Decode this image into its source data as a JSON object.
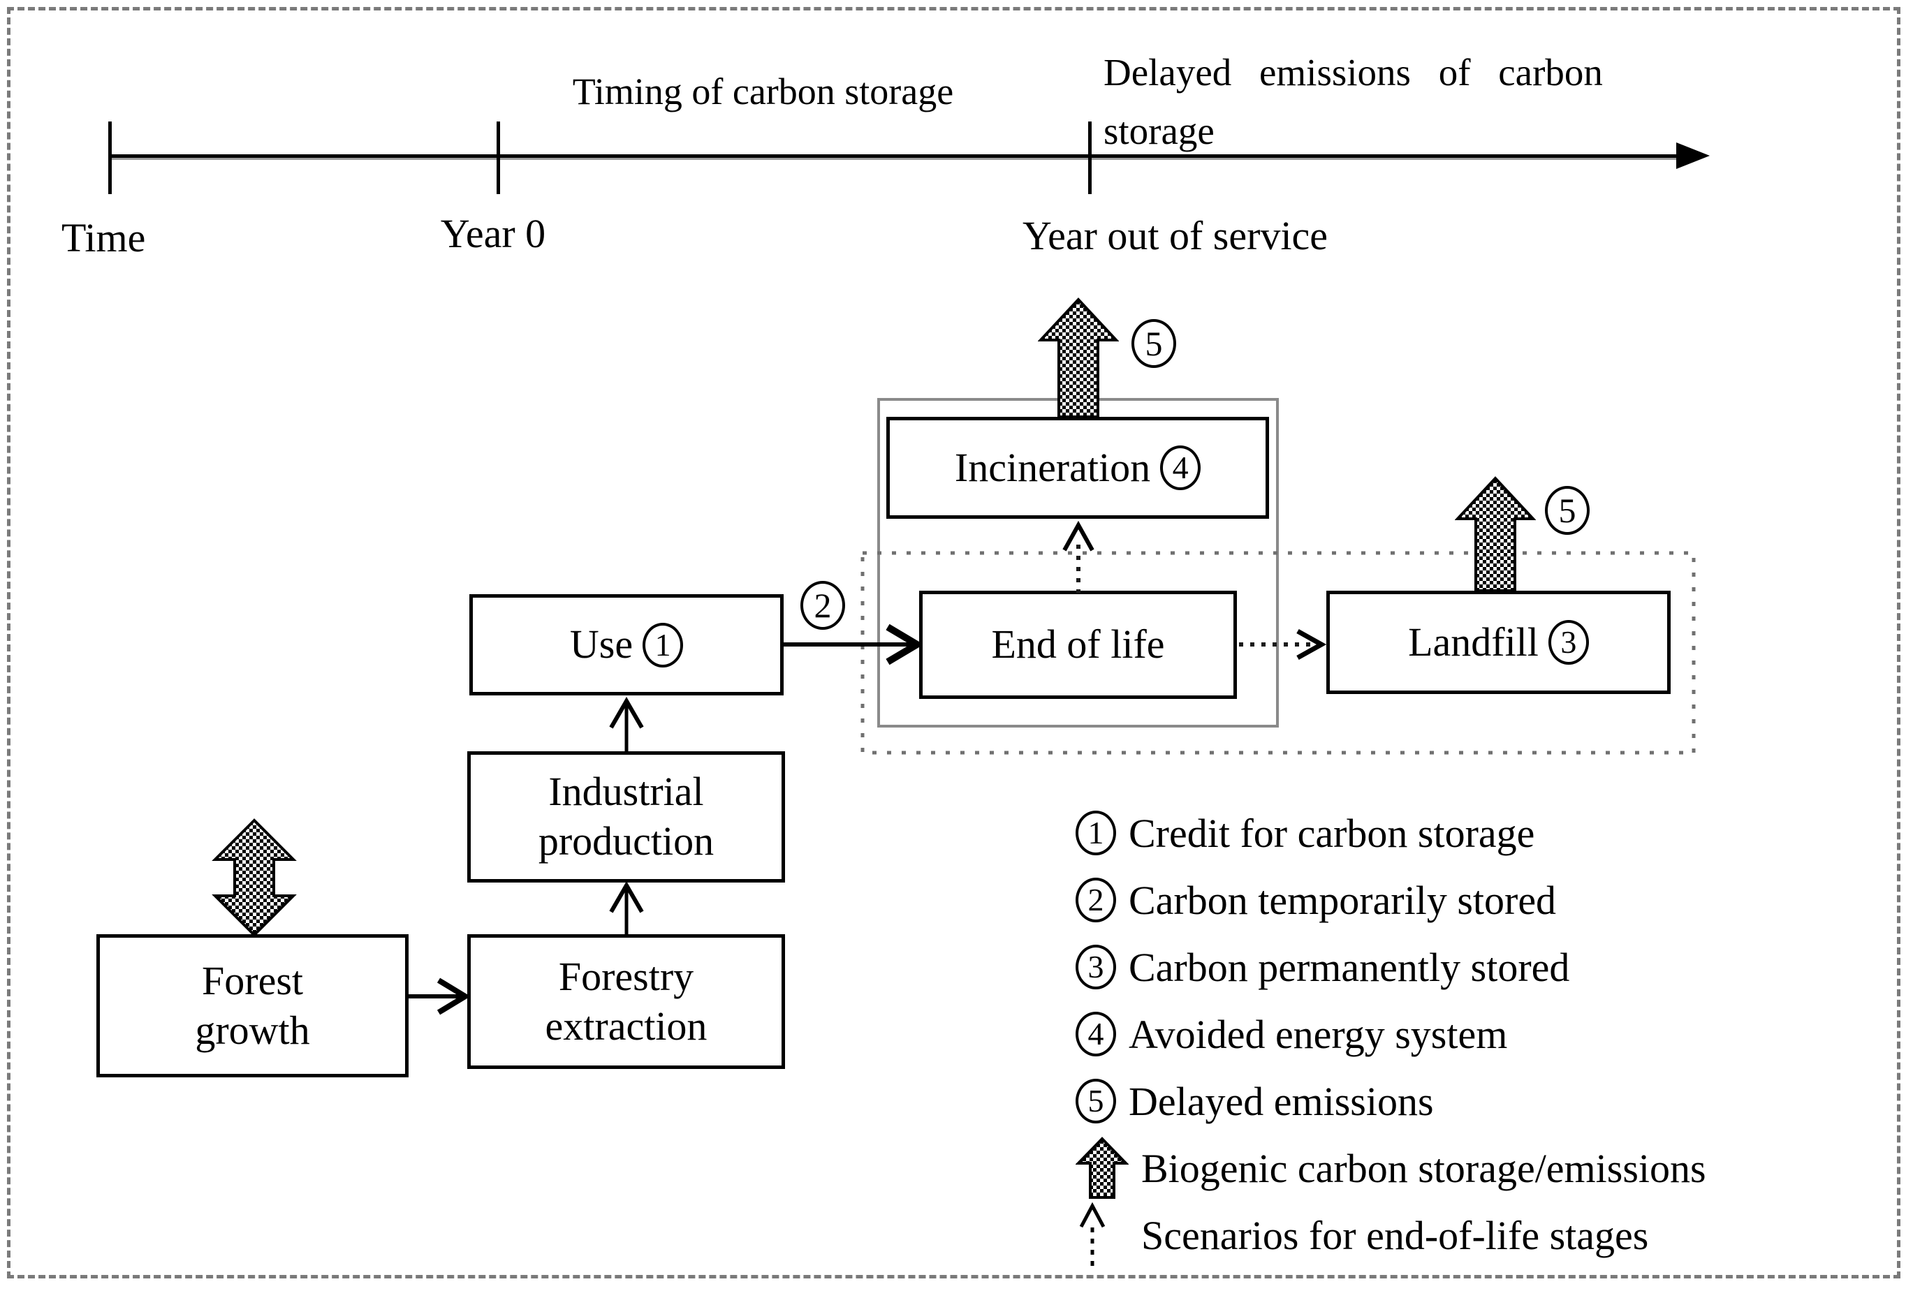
{
  "timeline": {
    "time_label": "Time",
    "year0_label": "Year 0",
    "year_out_label": "Year out of service",
    "timing_label": "Timing of carbon storage",
    "delayed_line1": "Delayed emissions of carbon",
    "delayed_line2": "storage"
  },
  "boxes": {
    "use": {
      "label": "Use",
      "num": "1"
    },
    "industrial": {
      "line1": "Industrial",
      "line2": "production"
    },
    "forestry": {
      "line1": "Forestry",
      "line2": "extraction"
    },
    "forest": {
      "line1": "Forest",
      "line2": "growth"
    },
    "end_of_life": {
      "label": "End of life"
    },
    "landfill": {
      "label": "Landfill",
      "num": "3"
    },
    "incineration": {
      "label": "Incineration",
      "num": "4"
    }
  },
  "annotations": {
    "use_to_eol_num": "2",
    "incineration_emission_num": "5",
    "landfill_emission_num": "5"
  },
  "legend": {
    "items": [
      {
        "num": "1",
        "text": "Credit for carbon storage"
      },
      {
        "num": "2",
        "text": "Carbon temporarily stored"
      },
      {
        "num": "3",
        "text": "Carbon permanently stored"
      },
      {
        "num": "4",
        "text": "Avoided energy system"
      },
      {
        "num": "5",
        "text": "Delayed emissions"
      },
      {
        "icon": "checkered-block-arrow",
        "text": "Biogenic carbon storage/emissions"
      },
      {
        "icon": "dashed-up-arrow",
        "text": "Scenarios for end-of-life stages"
      }
    ]
  },
  "colors": {
    "container_gray": "#8a8a8a",
    "dotted_gray": "#707070",
    "dash_border_gray": "#7a7a7a",
    "ink": "#000000"
  }
}
